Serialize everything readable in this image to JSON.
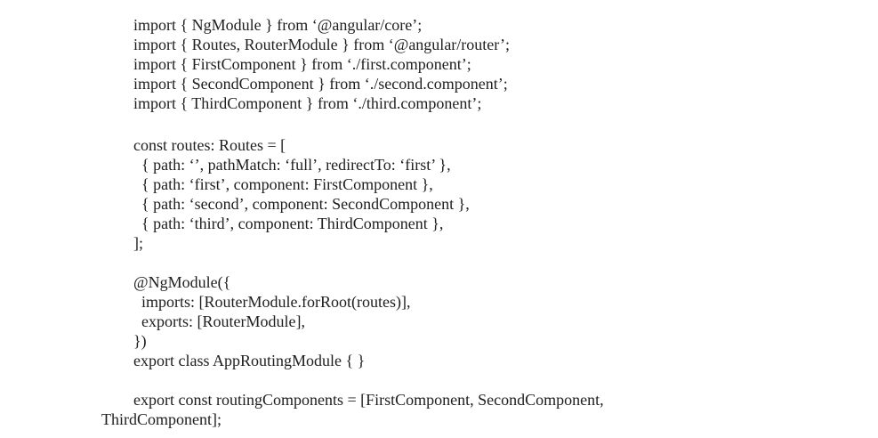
{
  "page": {
    "background": "#ffffff",
    "text_color": "#1e1e1e"
  },
  "code": {
    "language": "typescript",
    "description": "Angular app-routing.module.ts listing",
    "blocks": [
      {
        "lines": [
          {
            "text": "import { NgModule } from ‘@angular/core’;",
            "indent": "base"
          },
          {
            "text": "import { Routes, RouterModule } from ‘@angular/router’;",
            "indent": "base"
          },
          {
            "text": "import { FirstComponent } from ‘./first.component’;",
            "indent": "base"
          },
          {
            "text": "import { SecondComponent } from ‘./second.component’;",
            "indent": "base"
          },
          {
            "text": "import { ThirdComponent } from ‘./third.component’;",
            "indent": "base"
          }
        ]
      },
      {
        "lines": [
          {
            "text": "const routes: Routes = [",
            "indent": "base"
          },
          {
            "text": "{ path: ‘’, pathMatch: ‘full’, redirectTo: ‘first’ },",
            "indent": "nested"
          },
          {
            "text": "{ path: ‘first’, component: FirstComponent },",
            "indent": "nested"
          },
          {
            "text": "{ path: ‘second’, component: SecondComponent },",
            "indent": "nested"
          },
          {
            "text": "{ path: ‘third’, component: ThirdComponent },",
            "indent": "nested"
          },
          {
            "text": "];",
            "indent": "base"
          }
        ]
      },
      {
        "lines": [
          {
            "text": "@NgModule({",
            "indent": "base"
          },
          {
            "text": "imports: [RouterModule.forRoot(routes)],",
            "indent": "nested"
          },
          {
            "text": "exports: [RouterModule],",
            "indent": "nested"
          },
          {
            "text": "})",
            "indent": "base"
          },
          {
            "text": "export class AppRoutingModule { }",
            "indent": "base"
          }
        ]
      },
      {
        "lines": [
          {
            "text": "export const routingComponents = [FirstComponent, SecondComponent,",
            "indent": "base"
          },
          {
            "text": "ThirdComponent];",
            "indent": "wrap"
          }
        ]
      }
    ]
  }
}
